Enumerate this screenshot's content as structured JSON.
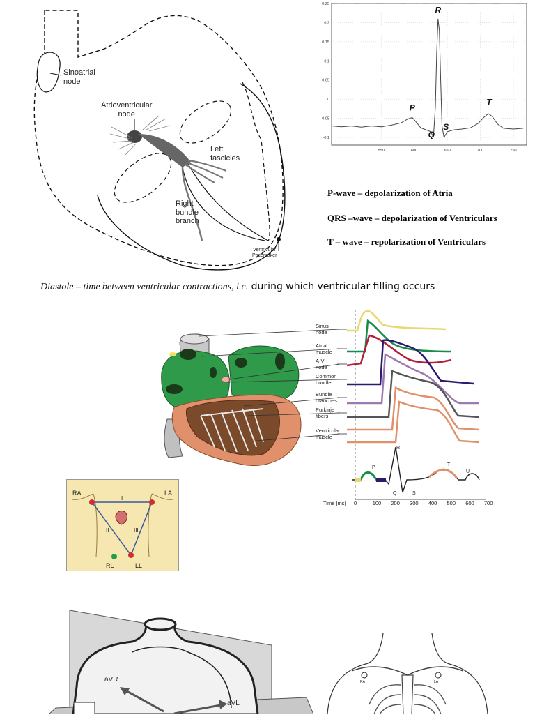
{
  "heart_diagram": {
    "labels": {
      "sa_node": "Sinoatrial\nnode",
      "av_node": "Atrioventricular\nnode",
      "left_fascicles": "Left\nfascicles",
      "right_bundle": "Right\nbundle\nbranch",
      "ventricular_pacemaker": "Ventricular\nPacemaker"
    }
  },
  "ecg_chart": {
    "chart_data": {
      "type": "line",
      "title": "",
      "xlabel": "",
      "ylabel": "",
      "xlim": [
        475,
        770
      ],
      "ylim": [
        -0.12,
        0.25
      ],
      "x_ticks": [
        "550",
        "600",
        "650",
        "700",
        "750"
      ],
      "y_ticks": [
        "0.25",
        "0.2",
        "0.15",
        "0.1",
        "0.05",
        "0",
        "-0.05",
        "-0.1"
      ],
      "grid": true,
      "series": [
        {
          "points": [
            [
              476,
              -0.07
            ],
            [
              490,
              -0.072
            ],
            [
              505,
              -0.07
            ],
            [
              520,
              -0.073
            ],
            [
              535,
              -0.07
            ],
            [
              550,
              -0.072
            ],
            [
              565,
              -0.068
            ],
            [
              580,
              -0.062
            ],
            [
              590,
              -0.052
            ],
            [
              597,
              -0.048
            ],
            [
              603,
              -0.06
            ],
            [
              610,
              -0.075
            ],
            [
              618,
              -0.08
            ],
            [
              625,
              -0.085
            ],
            [
              629,
              -0.1
            ],
            [
              632,
              -0.02
            ],
            [
              634,
              0.12
            ],
            [
              636,
              0.21
            ],
            [
              638,
              0.18
            ],
            [
              640,
              0.05
            ],
            [
              642,
              -0.07
            ],
            [
              645,
              -0.1
            ],
            [
              650,
              -0.085
            ],
            [
              660,
              -0.08
            ],
            [
              672,
              -0.078
            ],
            [
              685,
              -0.075
            ],
            [
              697,
              -0.063
            ],
            [
              705,
              -0.048
            ],
            [
              712,
              -0.038
            ],
            [
              718,
              -0.045
            ],
            [
              726,
              -0.065
            ],
            [
              735,
              -0.076
            ],
            [
              750,
              -0.078
            ],
            [
              765,
              -0.076
            ]
          ]
        }
      ],
      "annotations": [
        {
          "text": "P",
          "x": 597,
          "y": -0.03
        },
        {
          "text": "R",
          "x": 636,
          "y": 0.225
        },
        {
          "text": "Q",
          "x": 626,
          "y": -0.1
        },
        {
          "text": "S",
          "x": 648,
          "y": -0.08
        },
        {
          "text": "T",
          "x": 713,
          "y": -0.015
        }
      ]
    }
  },
  "definitions": [
    "P-wave – depolarization of Atria",
    "QRS –wave – depolarization of Ventriculars",
    "T – wave – repolarization of Ventriculars"
  ],
  "caption": {
    "italic": "Diastole – time between ventricular contractions, i.e.",
    "rest": " during which ventricular filling occurs"
  },
  "conduction_diagram": {
    "labels": [
      "Sinus\nnode",
      "Atrial\nmuscle",
      "A-V\nnode",
      "Common\nbundle",
      "Bundle\nbranches",
      "Purkinje\nfibers",
      "Ventricular\nmuscle"
    ],
    "ecg_labels": {
      "p": "P",
      "q": "Q",
      "r": "R",
      "s": "S",
      "t": "T",
      "u": "U"
    },
    "time_axis": {
      "label": "Time [ms]",
      "ticks": [
        "0",
        "100",
        "200",
        "300",
        "400",
        "500",
        "600",
        "700"
      ]
    },
    "colors": {
      "sinus": "#e8d870",
      "atrial": "#1a8a4a",
      "av": "#b0203a",
      "common": "#2a1a70",
      "bundle": "#9a7ab0",
      "purkinje": "#555555",
      "ventricular": "#e0906a",
      "muscle": "#f0a080"
    }
  },
  "einthoven": {
    "labels": {
      "ra": "RA",
      "la": "LA",
      "rl": "RL",
      "ll": "LL",
      "lead1": "I",
      "lead2": "II",
      "lead3": "III"
    },
    "background": "#f6e6b0"
  },
  "torso_planes": {
    "labels": {
      "avr": "aVR",
      "avl": "aVL"
    }
  },
  "chest_leads": {
    "labels": {
      "ra": "RA",
      "la": "LA"
    }
  }
}
